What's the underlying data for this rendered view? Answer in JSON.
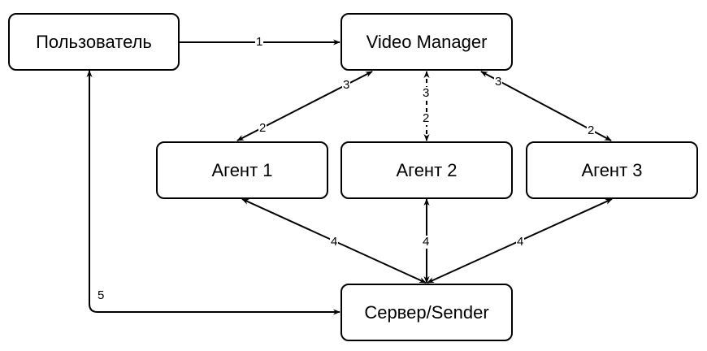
{
  "nodes": {
    "user": "Пользователь",
    "video_manager": "Video Manager",
    "agent1": "Агент 1",
    "agent2": "Агент 2",
    "agent3": "Агент 3",
    "server": "Сервер/Sender"
  },
  "edge_labels": {
    "user_to_vm": "1",
    "vm_agent1_up": "3",
    "vm_agent1_down": "2",
    "vm_agent2_up": "3",
    "vm_agent2_down": "2",
    "vm_agent3_up": "3",
    "vm_agent3_down": "2",
    "agent1_server": "4",
    "agent2_server": "4",
    "agent3_server": "4",
    "server_user": "5"
  }
}
